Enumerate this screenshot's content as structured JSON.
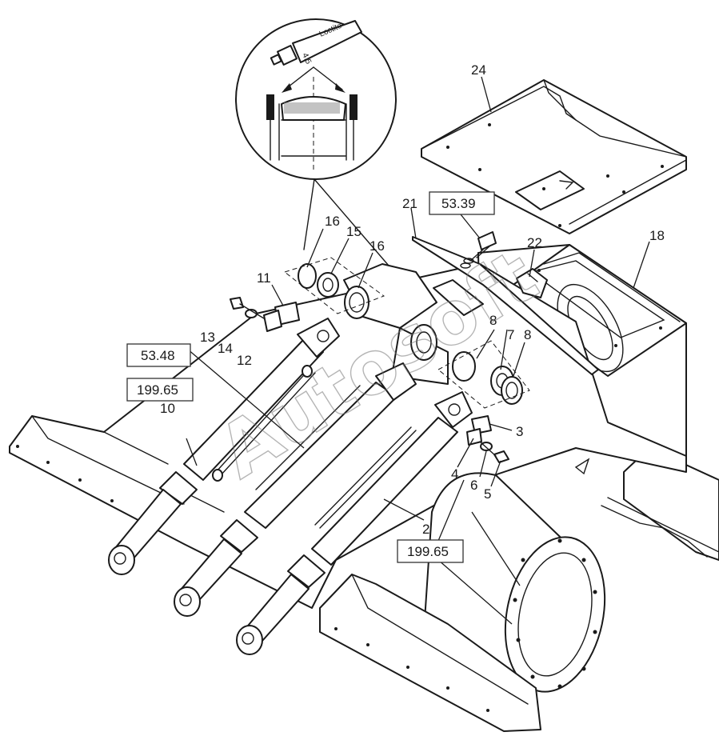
{
  "callouts": {
    "c2": "2",
    "c3": "3",
    "c4": "4",
    "c5": "5",
    "c6": "6",
    "c7": "7",
    "c8a": "8",
    "c8b": "8",
    "c10": "10",
    "c11": "11",
    "c12": "12",
    "c13": "13",
    "c14": "14",
    "c15": "15",
    "c16a": "16",
    "c16b": "16",
    "c18": "18",
    "c21": "21",
    "c22": "22",
    "c24": "24"
  },
  "references": {
    "r1": "53.39",
    "r2": "53.48",
    "r3": "199.65",
    "r4": "199.65"
  },
  "tube_label": "Loctite",
  "tube_code": "4.5",
  "watermark": "Autosoft"
}
